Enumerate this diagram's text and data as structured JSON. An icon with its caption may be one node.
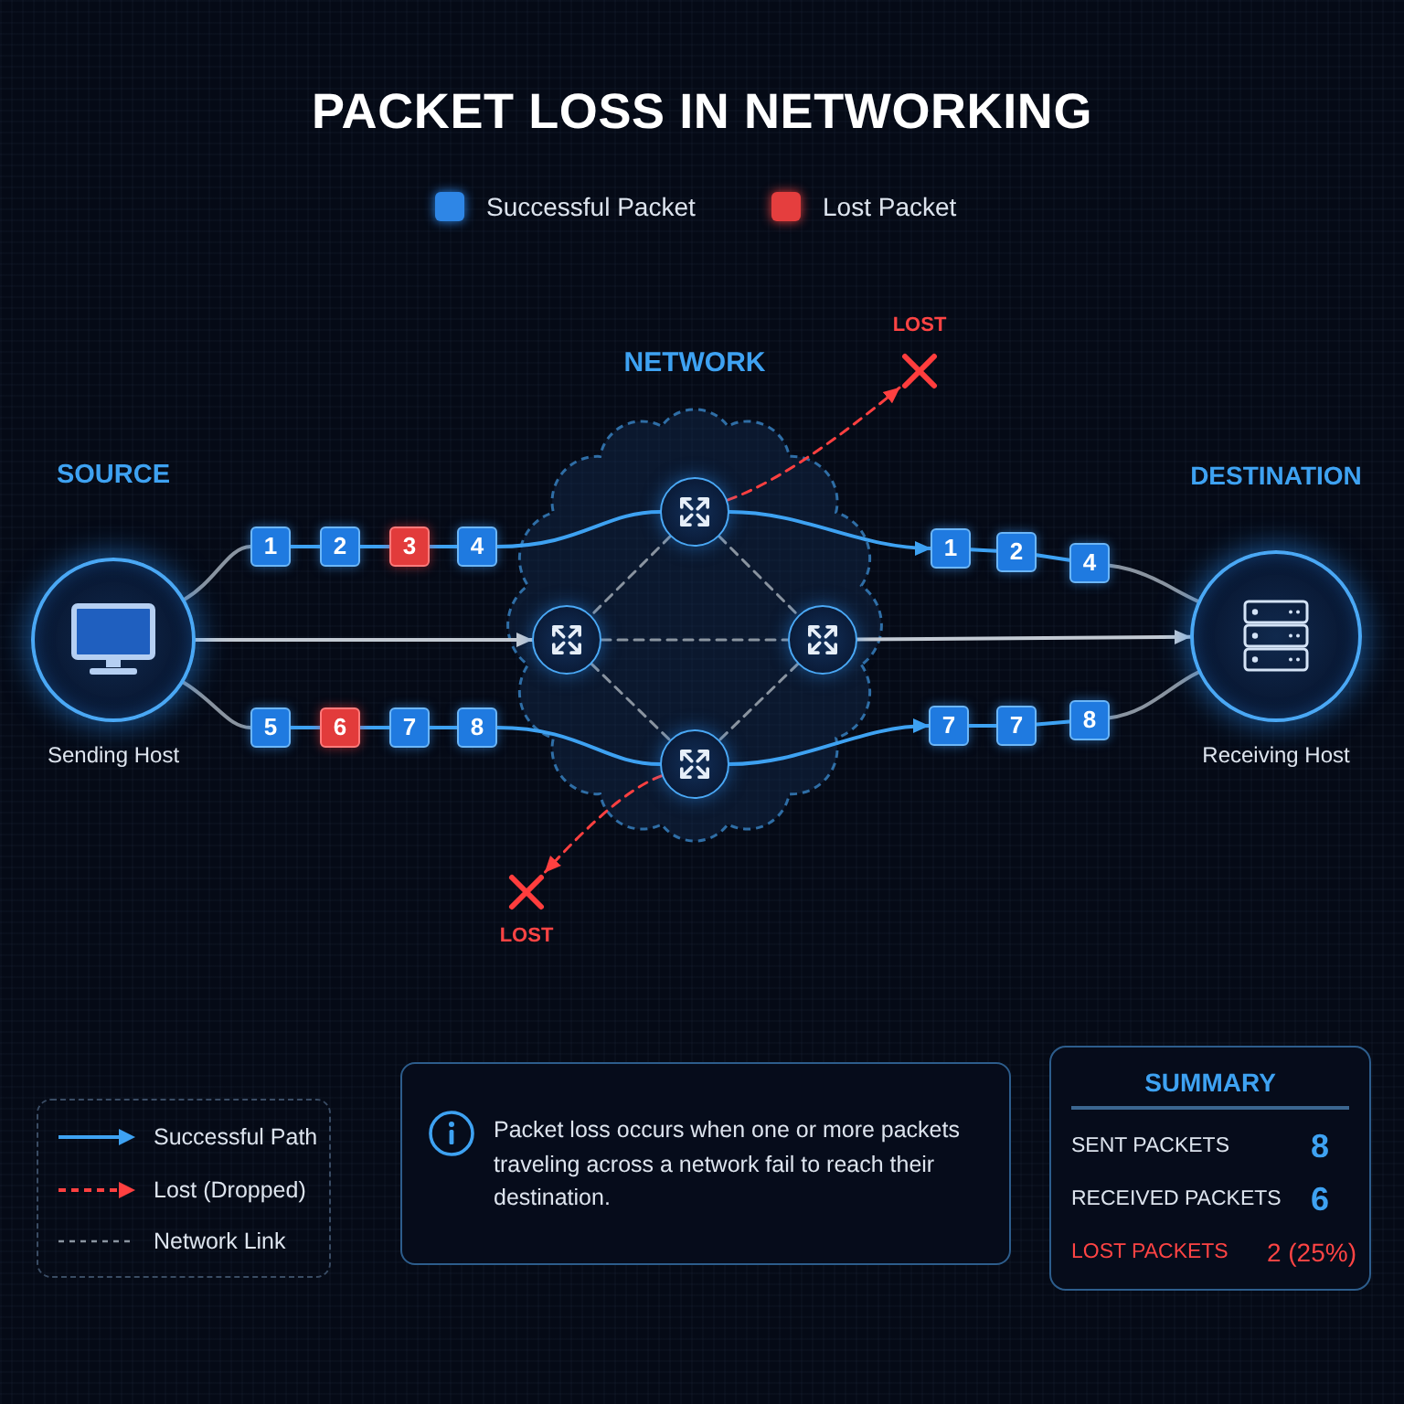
{
  "diagram": {
    "title": "PACKET LOSS IN NETWORKING",
    "nodes": [
      {
        "text": [
          "SOURCE",
          "Sending Host"
        ]
      },
      {
        "text": [
          "1"
        ]
      },
      {
        "text": [
          "2"
        ]
      },
      {
        "text": [
          "3"
        ]
      },
      {
        "text": [
          "4"
        ]
      },
      {
        "text": [
          "5"
        ]
      },
      {
        "text": [
          "6"
        ]
      },
      {
        "text": [
          "7"
        ]
      },
      {
        "text": [
          "8"
        ]
      },
      {
        "text": [
          "NETWORK"
        ]
      },
      {
        "text": [],
        "shape": "circle",
        "in": 9
      },
      {
        "text": [],
        "shape": "circle",
        "in": 9
      },
      {
        "text": [],
        "shape": "circle",
        "in": 9
      },
      {
        "text": [],
        "shape": "circle",
        "in": 9
      },
      {
        "text": [
          "LOST"
        ]
      },
      {
        "text": [
          "LOST"
        ]
      },
      {
        "text": [
          "1"
        ]
      },
      {
        "text": [
          "2"
        ]
      },
      {
        "text": [
          "4"
        ]
      },
      {
        "text": [
          "7"
        ]
      },
      {
        "text": [
          "7"
        ]
      },
      {
        "text": [
          "8"
        ]
      },
      {
        "text": [
          "DESTINATION",
          "Receiving Host"
        ]
      },
      {
        "text": [
          "Packet loss occurs when one or more packets traveling across a network fail to reach their destination."
        ]
      },
      {
        "text": [
          "SUMMARY",
          "SENT PACKETS",
          "8",
          "RECEIVED PACKETS",
          "6",
          "LOST PACKETS",
          "2 (25%)"
        ]
      }
    ],
    "edges": [
      {
        "from": 0,
        "to": 1,
        "arrow": "none",
        "color": "#8a94a0"
      },
      {
        "from": 1,
        "to": 2,
        "arrow": "none"
      },
      {
        "from": 2,
        "to": 3,
        "arrow": "none"
      },
      {
        "from": 3,
        "to": 4,
        "arrow": "none"
      },
      {
        "from": 4,
        "to": 10,
        "arrow": "none"
      },
      {
        "from": 10,
        "to": 16,
        "arrow": "to"
      },
      {
        "from": 16,
        "to": 17,
        "arrow": "none"
      },
      {
        "from": 17,
        "to": 18,
        "arrow": "none"
      },
      {
        "from": 18,
        "to": 22,
        "arrow": "none",
        "color": "#8a94a0"
      },
      {
        "from": 0,
        "to": 11,
        "arrow": "to",
        "color": "#c3cad3"
      },
      {
        "from": 11,
        "to": 12,
        "arrow": "none",
        "style": "dashed",
        "color": "#8a94a0"
      },
      {
        "from": 12,
        "to": 22,
        "arrow": "to",
        "color": "#c3cad3"
      },
      {
        "from": 10,
        "to": 11,
        "arrow": "none",
        "style": "dashed",
        "color": "#8a94a0"
      },
      {
        "from": 10,
        "to": 12,
        "arrow": "none",
        "style": "dashed",
        "color": "#8a94a0"
      },
      {
        "from": 11,
        "to": 13,
        "arrow": "none",
        "style": "dashed",
        "color": "#8a94a0"
      },
      {
        "from": 12,
        "to": 13,
        "arrow": "none",
        "style": "dashed",
        "color": "#8a94a0"
      },
      {
        "from": 10,
        "to": 14,
        "arrow": "to",
        "style": "dashed",
        "color": "#ff4040"
      },
      {
        "from": 13,
        "to": 15,
        "arrow": "to",
        "style": "dashed",
        "color": "#ff4040"
      },
      {
        "from": 0,
        "to": 5,
        "arrow": "none",
        "color": "#8a94a0"
      },
      {
        "from": 5,
        "to": 6,
        "arrow": "none"
      },
      {
        "from": 6,
        "to": 7,
        "arrow": "none"
      },
      {
        "from": 7,
        "to": 8,
        "arrow": "none"
      },
      {
        "from": 8,
        "to": 13,
        "arrow": "none"
      },
      {
        "from": 13,
        "to": 19,
        "arrow": "to"
      },
      {
        "from": 19,
        "to": 20,
        "arrow": "none"
      },
      {
        "from": 20,
        "to": 21,
        "arrow": "none"
      },
      {
        "from": 21,
        "to": 22,
        "arrow": "none",
        "color": "#8a94a0"
      }
    ],
    "legend": [
      {
        "text": "Successful Packet",
        "color": "#2e86e6"
      },
      {
        "text": "Lost Packet",
        "color": "#e53e3e"
      },
      {
        "text": "Successful Path"
      },
      {
        "text": "Lost (Dropped)"
      },
      {
        "text": "Network Link"
      }
    ]
  }
}
